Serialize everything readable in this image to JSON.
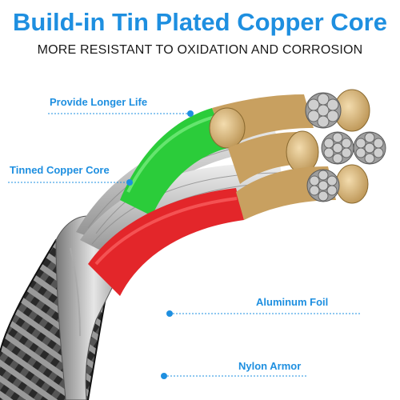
{
  "header": {
    "title": "Build-in Tin Plated Copper Core",
    "subtitle": "MORE RESISTANT TO OXIDATION AND CORROSION"
  },
  "callouts": {
    "longer_life": "Provide Longer Life",
    "tinned_core": "Tinned Copper Core",
    "aluminum_foil": "Aluminum Foil",
    "nylon_armor": "Nylon Armor"
  },
  "colors": {
    "accent": "#1e8fe0",
    "wire_green": "#2bcc3a",
    "wire_red": "#e3262a",
    "copper_gold": "#d9b77a",
    "tin_silver": "#c8c8c8",
    "braid_dark": "#2a2a2a"
  }
}
